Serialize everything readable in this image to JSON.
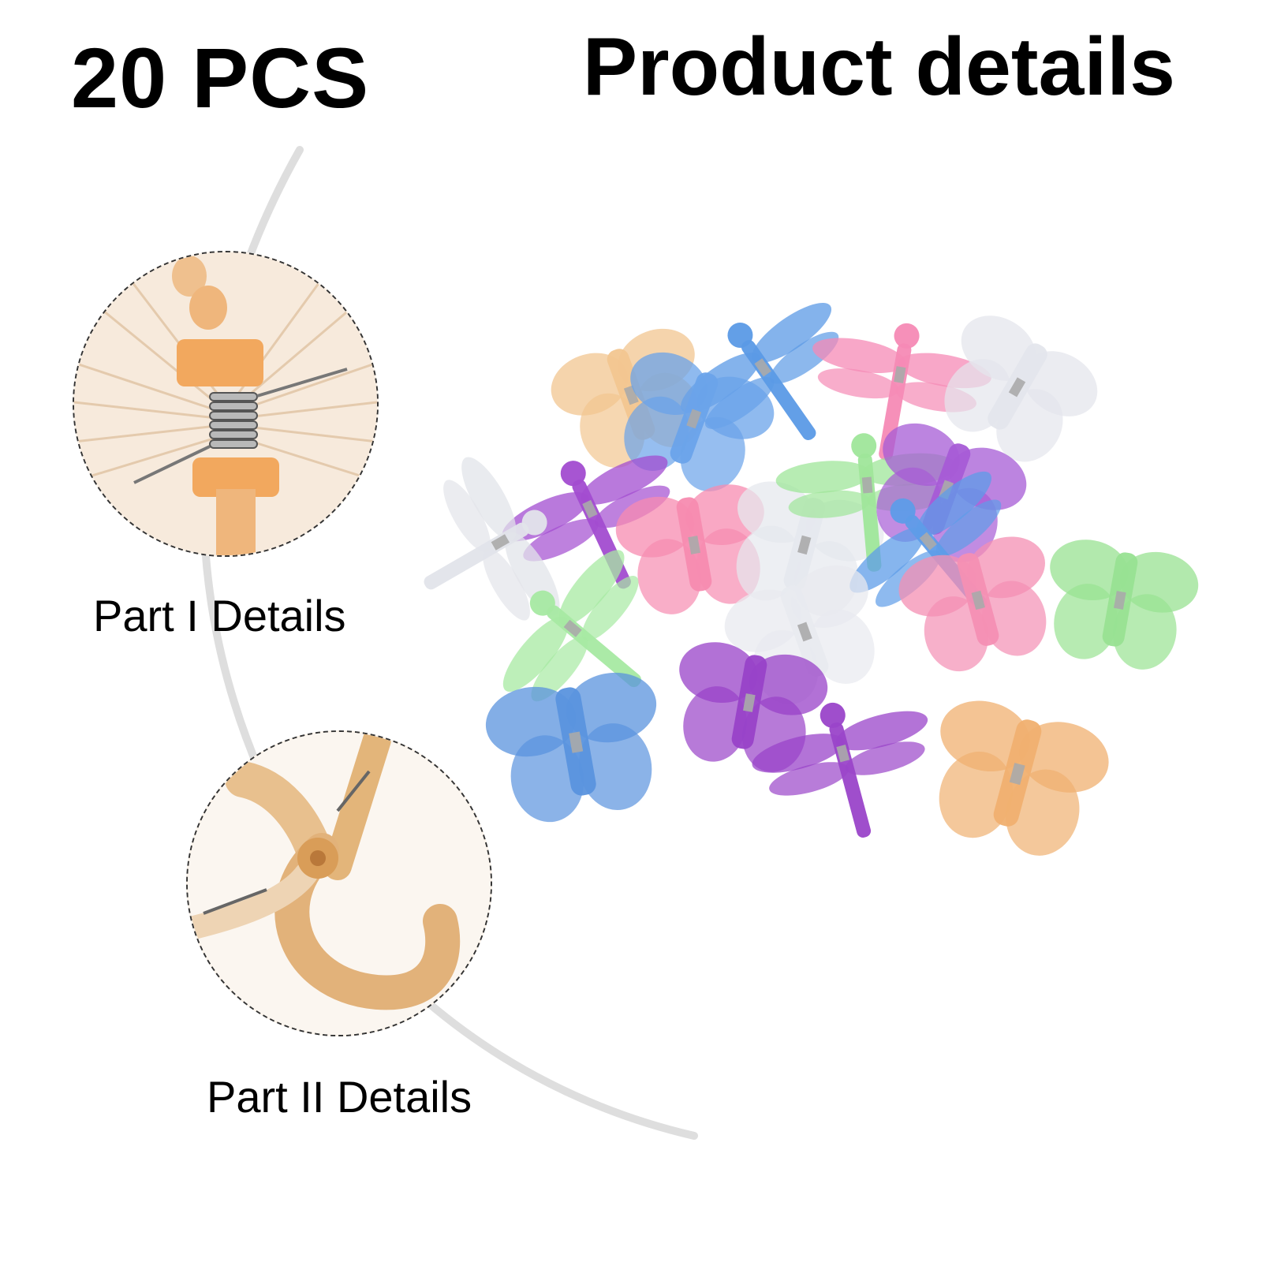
{
  "header": {
    "count_title": "20 PCS",
    "page_title": "Product details"
  },
  "details": [
    {
      "caption": "Part I Details",
      "icon": "spring-closeup-icon"
    },
    {
      "caption": "Part II Details",
      "icon": "clip-jaw-closeup-icon"
    }
  ],
  "colors": {
    "orange": "#f2b26a",
    "blue": "#4a8fe0",
    "pink": "#f27aa8",
    "purple": "#9a3fc6",
    "green": "#8fe08a",
    "clear": "#e6e8ee",
    "arc": "#d9d9d9"
  }
}
